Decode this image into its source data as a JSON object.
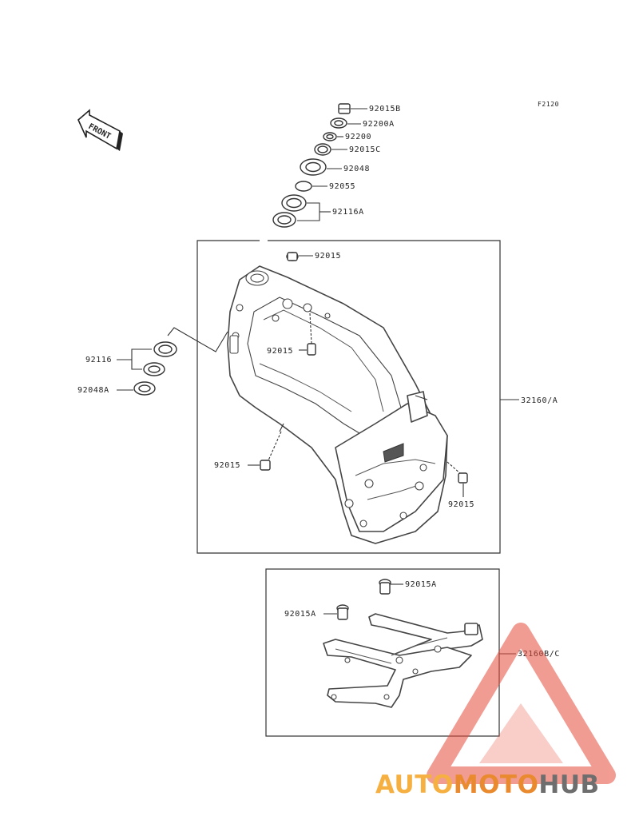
{
  "figure_code": "F2120",
  "front_label": "FRONT",
  "parts": {
    "p92015B": "92015B",
    "p92200A": "92200A",
    "p92200": "92200",
    "p92015C": "92015C",
    "p92048": "92048",
    "p92055": "92055",
    "p92116A": "92116A",
    "p92015_top": "92015",
    "p92015_mid": "92015",
    "p92015_left": "92015",
    "p92015_right": "92015",
    "p92116": "92116",
    "p92048A": "92048A",
    "p32160A": "32160/A",
    "p92015A_top": "92015A",
    "p92015A_left": "92015A",
    "p32160BC": "32160B/C"
  },
  "watermark": {
    "part1": "AUTO",
    "part2": "MOTO",
    "part3": "HUB",
    "colors": {
      "auto": "#f5b041",
      "moto": "#e98a2f",
      "hub": "#6e6e6e",
      "logo": "#e74c3c"
    }
  }
}
